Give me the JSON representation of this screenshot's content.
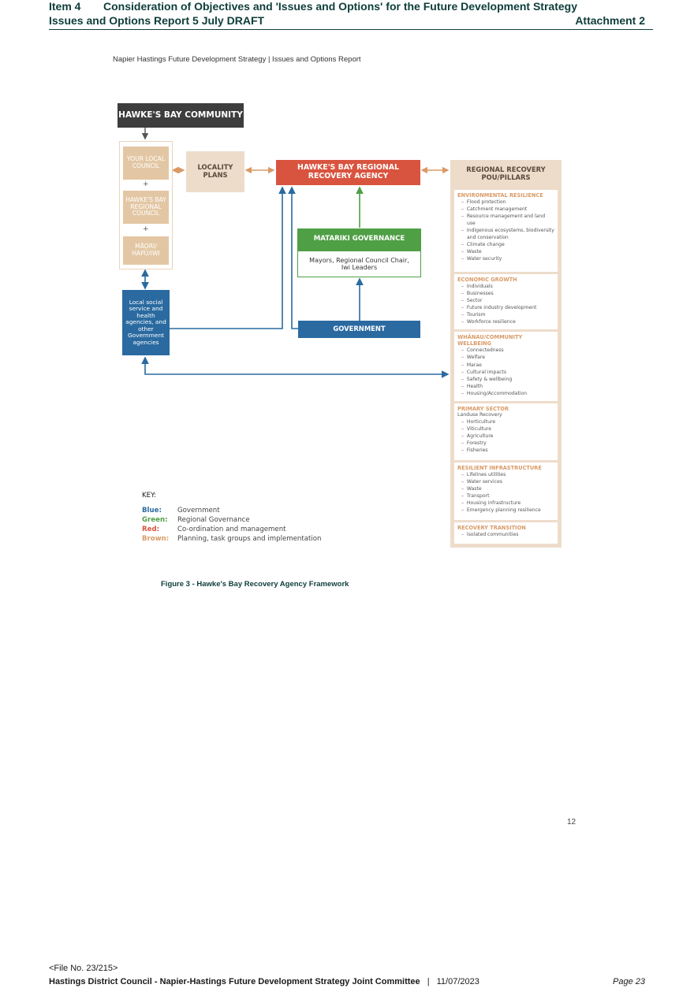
{
  "header": {
    "item_label": "Item 4",
    "item_title": "Consideration of Objectives and 'Issues and Options' for the Future Development Strategy",
    "report_line": "Issues and Options Report 5 July DRAFT",
    "attachment": "Attachment 2"
  },
  "subheader": "Napier Hastings Future Development Strategy |  Issues and Options Report",
  "diagram": {
    "community": "HAWKE'S BAY COMMUNITY",
    "your_local_council": "YOUR LOCAL COUNCIL",
    "plus": "+",
    "hawkes_bay_regional_council": "HAWKE'S BAY REGIONAL COUNCIL",
    "maori": "MĀORI/ HAPŪ/IWI",
    "locality_plans": "LOCALITY PLANS",
    "recovery_agency": "HAWKE'S BAY REGIONAL RECOVERY AGENCY",
    "matariki_governance": "MATARIKI GOVERNANCE",
    "matariki_members": "Mayors, Regional Council Chair, Iwi Leaders",
    "government": "GOVERNMENT",
    "local_agencies": "Local social service and health agencies, and other Government agencies",
    "pillars_title": "REGIONAL RECOVERY POU/PILLARS",
    "pillars": [
      {
        "title": "ENVIRONMENTAL RESILIENCE",
        "subtitle": "",
        "items": [
          "Flood protection",
          "Catchment management",
          "Resource management and land use",
          "Indigenous ecosystems, biodiversity and conservation",
          "Climate change",
          "Waste",
          "Water security"
        ]
      },
      {
        "title": "ECONOMIC GROWTH",
        "subtitle": "",
        "items": [
          "Individuals",
          "Businesses",
          "Sector",
          "Future industry development",
          "Tourism",
          "Workforce resilience"
        ]
      },
      {
        "title": "WHĀNAU/COMMUNITY WELLBEING",
        "subtitle": "",
        "items": [
          "Connectedness",
          "Welfare",
          "Marae",
          "Cultural impacts",
          "Safety & wellbeing",
          "Health",
          "Housing/Accommodation"
        ]
      },
      {
        "title": "PRIMARY SECTOR",
        "subtitle": "Landuse Recovery",
        "items": [
          "Horticulture",
          "Viticulture",
          "Agriculture",
          "Forestry",
          "Fisheries"
        ]
      },
      {
        "title": "RESILIENT INFRASTRUCTURE",
        "subtitle": "",
        "items": [
          "Lifelines utilities",
          "Water services",
          "Waste",
          "Transport",
          "Housing infrastructure",
          "Emergency planning resilience"
        ]
      },
      {
        "title": "RECOVERY TRANSITION",
        "subtitle": "",
        "items": [
          "Isolated communities"
        ]
      }
    ],
    "key": {
      "title": "KEY:",
      "rows": [
        {
          "label": "Blue:",
          "text": "Government",
          "color": "#2a6aa0"
        },
        {
          "label": "Green:",
          "text": "Regional Governance",
          "color": "#4f9f45"
        },
        {
          "label": "Red:",
          "text": "Co-ordination and management",
          "color": "#d9543f"
        },
        {
          "label": "Brown:",
          "text": "Planning, task groups and implementation",
          "color": "#d99a66"
        }
      ]
    }
  },
  "caption": "Figure 3 - Hawke's Bay Recovery Agency Framework",
  "inner_page_number": "12",
  "footer": {
    "file_no": "<File No. 23/215>",
    "committee": "Hastings District Council - Napier-Hastings Future Development Strategy Joint Committee",
    "separator": "|",
    "date": "11/07/2023",
    "page": "Page 23"
  },
  "colors": {
    "blue": "#2a6aa0",
    "green": "#4f9f45",
    "red": "#d9543f",
    "brown": "#d99a66",
    "header_teal": "#0d3d3a"
  }
}
